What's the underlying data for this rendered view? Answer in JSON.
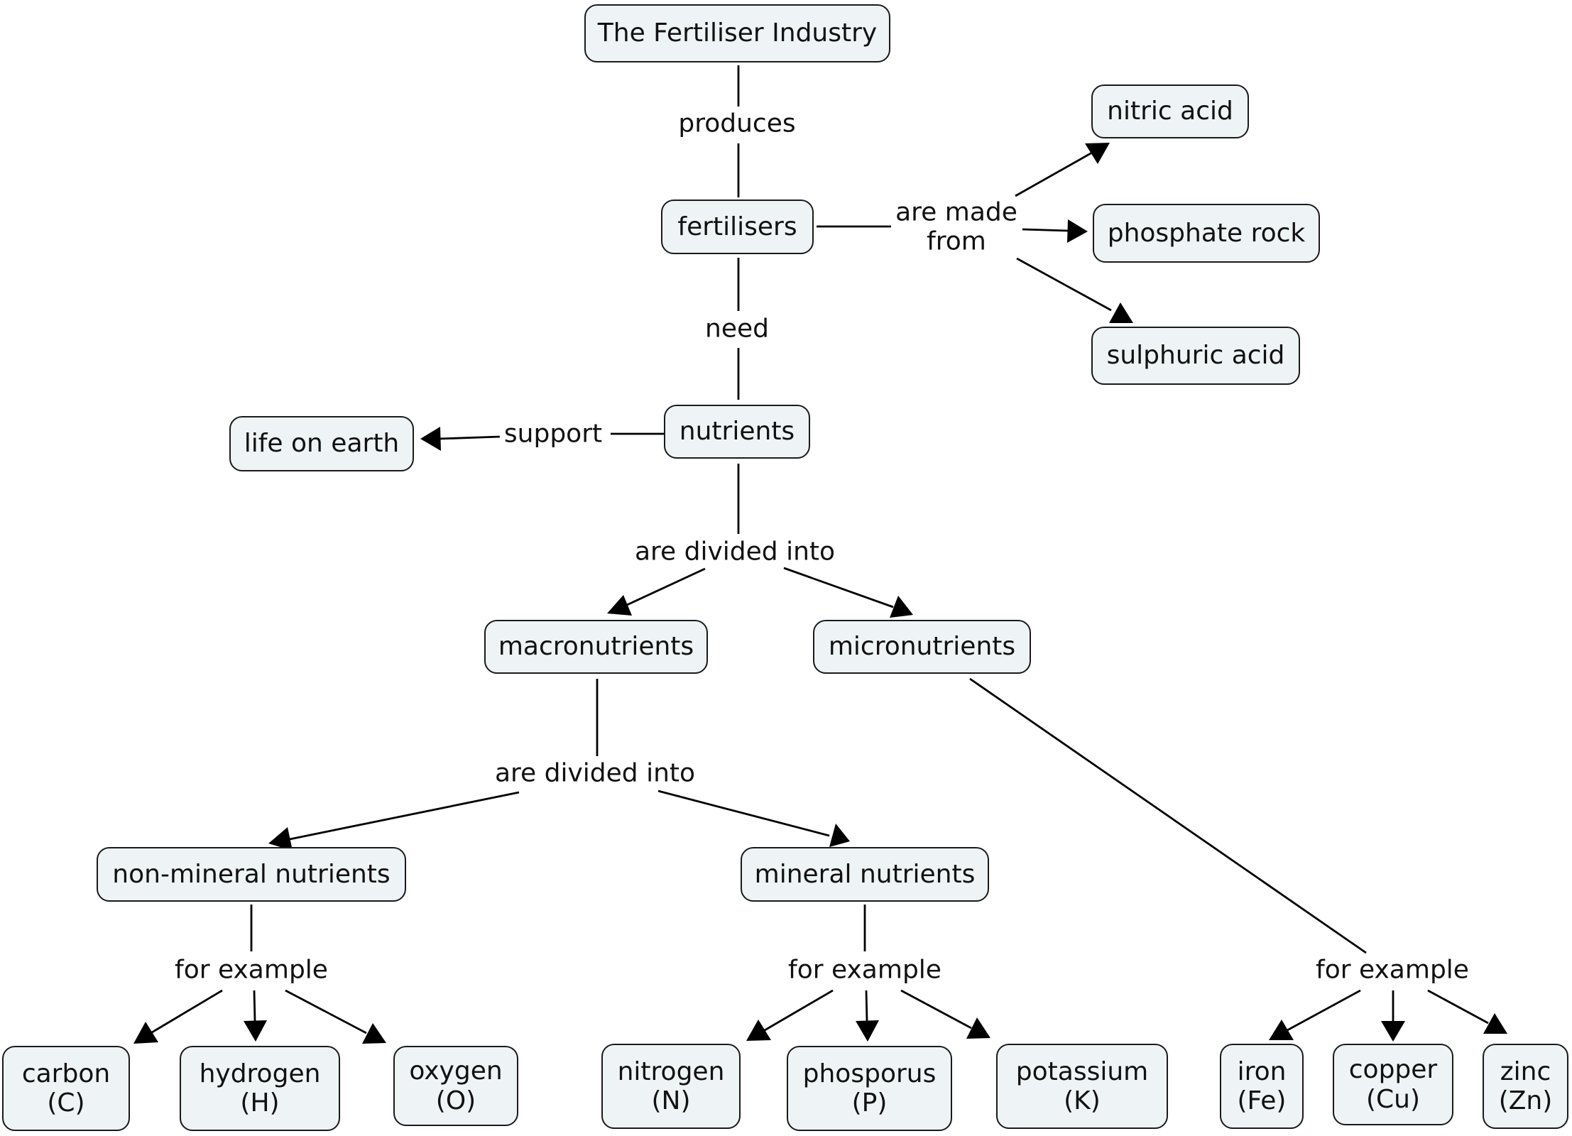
{
  "nodes": {
    "root": "The Fertiliser Industry",
    "fertilisers": "fertilisers",
    "nitric_acid": "nitric acid",
    "phosphate_rock": "phosphate rock",
    "sulphuric_acid": "sulphuric acid",
    "nutrients": "nutrients",
    "life_on_earth": "life on earth",
    "macronutrients": "macronutrients",
    "micronutrients": "micronutrients",
    "non_mineral": "non-mineral nutrients",
    "mineral": "mineral nutrients",
    "carbon": "carbon\n(C)",
    "hydrogen": "hydrogen\n(H)",
    "oxygen": "oxygen\n(O)",
    "nitrogen": "nitrogen\n(N)",
    "phosporus": "phosporus\n(P)",
    "potassium": "potassium\n(K)",
    "iron": "iron\n(Fe)",
    "copper": "copper\n(Cu)",
    "zinc": "zinc\n(Zn)"
  },
  "links": {
    "produces": "produces",
    "made_from": "are made\nfrom",
    "need": "need",
    "support": "support",
    "divided_1": "are divided into",
    "divided_2": "are divided into",
    "example_1": "for example",
    "example_2": "for example",
    "example_3": "for example"
  },
  "colors": {
    "node_fill": "#eef3f5",
    "stroke": "#1a1a1a"
  }
}
